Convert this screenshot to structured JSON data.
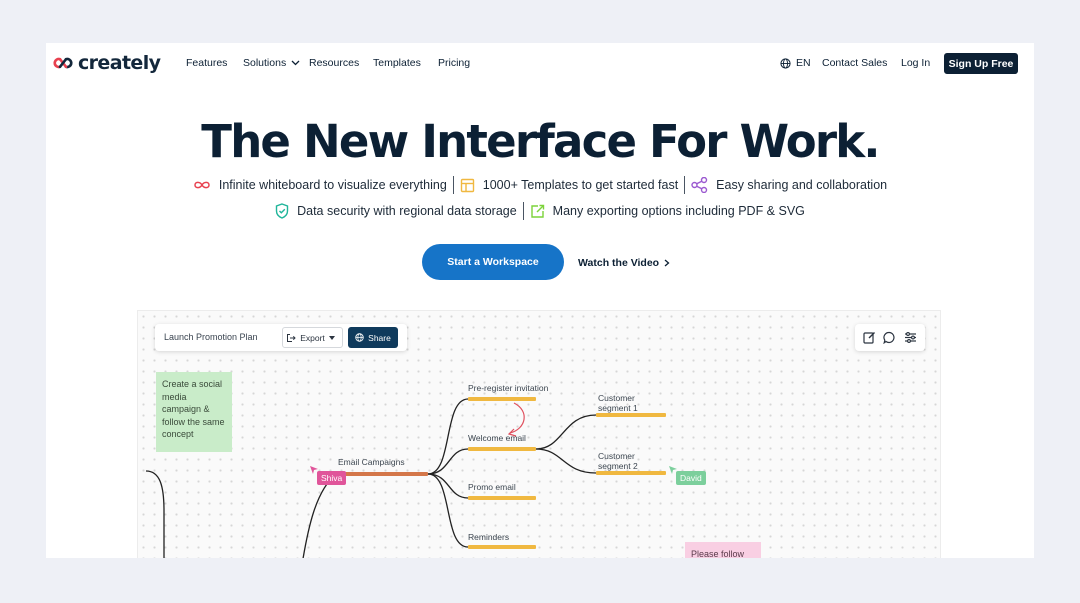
{
  "brand": {
    "name": "creately"
  },
  "nav": {
    "items": [
      {
        "label": "Features"
      },
      {
        "label": "Solutions"
      },
      {
        "label": "Resources"
      },
      {
        "label": "Templates"
      },
      {
        "label": "Pricing"
      }
    ],
    "language": "EN",
    "contact_sales": "Contact Sales",
    "login": "Log In",
    "signup": "Sign Up Free"
  },
  "hero": {
    "headline": "The New Interface For Work.",
    "features_row1": [
      {
        "icon": "infinity-icon",
        "text": "Infinite whiteboard to visualize everything"
      },
      {
        "icon": "template-icon",
        "text": "1000+ Templates to get started fast"
      },
      {
        "icon": "share-nodes-icon",
        "text": "Easy sharing and collaboration"
      }
    ],
    "features_row2": [
      {
        "icon": "shield-check-icon",
        "text": "Data security with regional data storage"
      },
      {
        "icon": "export-arrow-icon",
        "text": "Many exporting options including PDF & SVG"
      }
    ],
    "cta_primary": "Start a Workspace",
    "cta_secondary": "Watch the Video"
  },
  "preview": {
    "doc_title": "Launch Promotion Plan",
    "export_label": "Export",
    "share_label": "Share",
    "sticky_green": "Create a social media campaign & follow the same concept",
    "sticky_pink": "Please follow",
    "mindmap": {
      "root": "Email Campaigns",
      "branches": [
        "Pre-register invitation",
        "Welcome email",
        "Promo email",
        "Reminders"
      ],
      "sub_branches": [
        "Customer segment 1",
        "Customer segment 2"
      ]
    },
    "cursors": [
      {
        "name": "Shiva",
        "color": "#e0559a"
      },
      {
        "name": "David",
        "color": "#7ccf9c"
      }
    ]
  },
  "colors": {
    "brand_dark": "#0c2034",
    "primary": "#1674c8",
    "branch_bar": "#f0b840",
    "root_bar": "#d4774a"
  }
}
